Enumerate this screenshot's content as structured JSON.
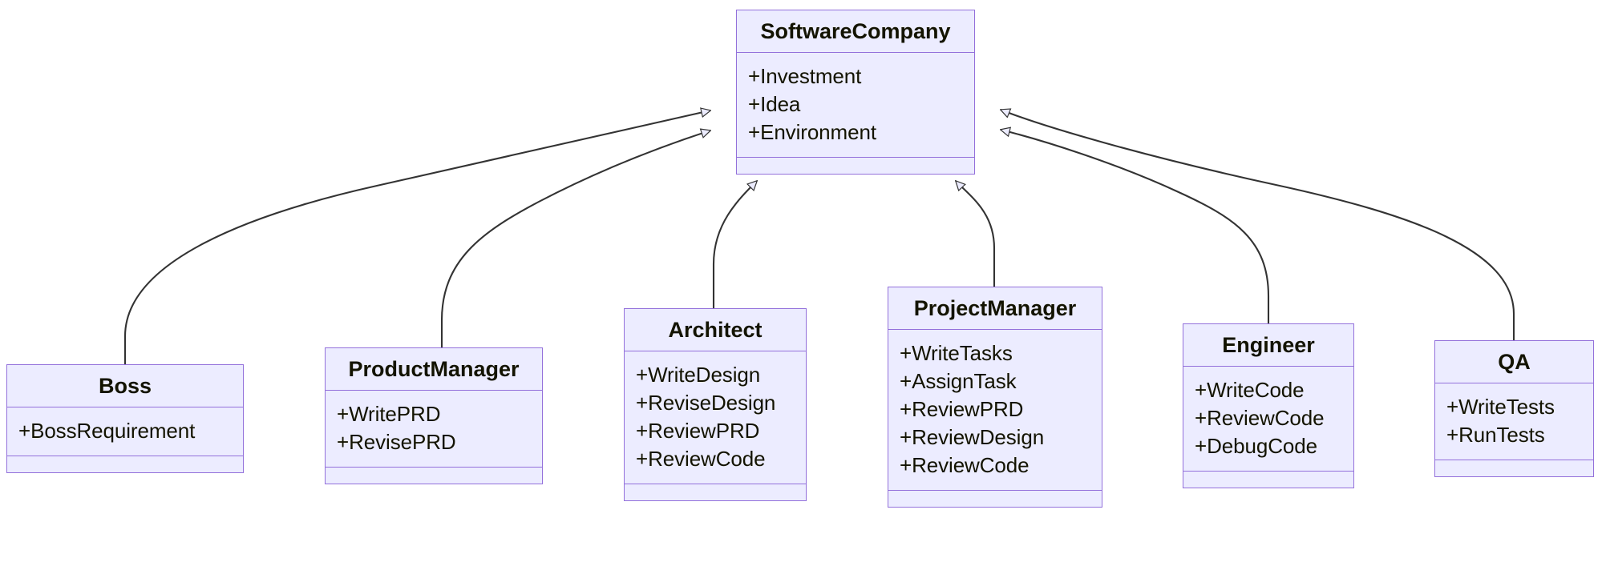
{
  "diagram": {
    "type": "uml-class-diagram",
    "relationship": "inheritance",
    "colors": {
      "box_fill": "#ECECFF",
      "box_border": "#9370DB",
      "edge_stroke": "#333333",
      "text": "#131300",
      "background": "#FFFFFF"
    }
  },
  "classes": {
    "softwarecompany": {
      "name": "SoftwareCompany",
      "members": [
        "+Investment",
        "+Idea",
        "+Environment"
      ],
      "methods": []
    },
    "boss": {
      "name": "Boss",
      "members": [
        "+BossRequirement"
      ],
      "methods": []
    },
    "productmanager": {
      "name": "ProductManager",
      "members": [
        "+WritePRD",
        "+RevisePRD"
      ],
      "methods": []
    },
    "architect": {
      "name": "Architect",
      "members": [
        "+WriteDesign",
        "+ReviseDesign",
        "+ReviewPRD",
        "+ReviewCode"
      ],
      "methods": []
    },
    "projectmanager": {
      "name": "ProjectManager",
      "members": [
        "+WriteTasks",
        "+AssignTask",
        "+ReviewPRD",
        "+ReviewDesign",
        "+ReviewCode"
      ],
      "methods": []
    },
    "engineer": {
      "name": "Engineer",
      "members": [
        "+WriteCode",
        "+ReviewCode",
        "+DebugCode"
      ],
      "methods": []
    },
    "qa": {
      "name": "QA",
      "members": [
        "+WriteTests",
        "+RunTests"
      ],
      "methods": []
    }
  },
  "edges": [
    {
      "from": "Boss",
      "to": "SoftwareCompany",
      "kind": "inheritance"
    },
    {
      "from": "ProductManager",
      "to": "SoftwareCompany",
      "kind": "inheritance"
    },
    {
      "from": "Architect",
      "to": "SoftwareCompany",
      "kind": "inheritance"
    },
    {
      "from": "ProjectManager",
      "to": "SoftwareCompany",
      "kind": "inheritance"
    },
    {
      "from": "Engineer",
      "to": "SoftwareCompany",
      "kind": "inheritance"
    },
    {
      "from": "QA",
      "to": "SoftwareCompany",
      "kind": "inheritance"
    }
  ]
}
